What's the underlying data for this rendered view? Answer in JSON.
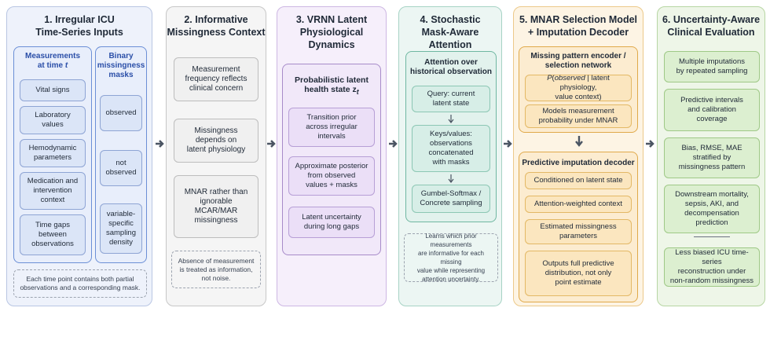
{
  "panels": [
    {
      "title": "1. Irregular ICU\nTime-Series Inputs",
      "measurements_header": "Measurements\nat time t",
      "measurements": [
        "Vital signs",
        "Laboratory\nvalues",
        "Hemodynamic\nparameters",
        "Medication and\nintervention\ncontext",
        "Time gaps\nbetween\nobservations"
      ],
      "masks_header": "Binary\nmissingness\nmasks",
      "masks": [
        "observed",
        "not\nobserved",
        "variable-\nspecific\nsampling\ndensity"
      ],
      "note": "Each time point contains both partial\nobservations and a corresponding mask."
    },
    {
      "title": "2. Informative\nMissingness Context",
      "boxes": [
        "Measurement\nfrequency reflects\nclinical concern",
        "Missingness\ndepends on\nlatent physiology",
        "MNAR rather than\nignorable\nMCAR/MAR\nmissingness"
      ],
      "note": "Absence of measurement\nis treated as information,\nnot noise."
    },
    {
      "title": "3. VRNN Latent\nPhysiological Dynamics",
      "frame_title": "Probabilistic latent\nhealth state z",
      "frame_subscript": "t",
      "boxes": [
        "Transition prior\nacross irregular\nintervals",
        "Approximate posterior\nfrom observed\nvalues + masks",
        "Latent uncertainty\nduring long gaps"
      ]
    },
    {
      "title": "4. Stochastic\nMask-Aware Attention",
      "frame_title": "Attention over\nhistorical observation",
      "boxes": [
        "Query: current\nlatent state",
        "Keys/values:\nobservations\nconcatenated\nwith masks",
        "Gumbel-Softmax /\nConcrete sampling"
      ],
      "note": "Learns which prior measurements\nare informative for each missing\nvalue while representing\nattention uncertainty."
    },
    {
      "title": "5. MNAR Selection Model\n+ Imputation Decoder",
      "frame1_title": "Missing pattern encoder /\nselection network",
      "frame1_boxes": [
        "P(observed | latent physiology,\nvalue context)",
        "Models measurement\nprobability under MNAR"
      ],
      "frame2_title": "Predictive imputation decoder",
      "frame2_boxes": [
        "Conditioned on latent state",
        "Attention-weighted context",
        "Estimated missingness\nparameters",
        "Outputs full predictive\ndistribution, not only\npoint estimate"
      ]
    },
    {
      "title": "6. Uncertainty-Aware\nClinical Evaluation",
      "boxes": [
        "Multiple imputations\nby repeated sampling",
        "Predictive intervals\nand calibration\ncoverage",
        "Bias, RMSE, MAE\nstratified by\nmissingness pattern",
        "Downstream mortality,\nsepsis, AKI, and\ndecompensation\nprediction"
      ],
      "final": "Less biased ICU time-series\nreconstruction under\nnon-random missingness"
    }
  ],
  "colors": {
    "p1": "#eef2fb",
    "p1border": "#b9c6e3",
    "p1box": "#dbe5f7",
    "p1boxborder": "#8ea4d4",
    "p2": "#f5f5f5",
    "p2border": "#c7c7c7",
    "p3": "#f6effb",
    "p3border": "#cdb7e3",
    "p3box": "#ebdff7",
    "p4": "#ecf6f3",
    "p4border": "#a7d3c5",
    "p4box": "#d7eee7",
    "p5": "#fdf4e4",
    "p5border": "#ecc98a",
    "p5box": "#fbe6bf",
    "p6": "#eef6e8",
    "p6border": "#b7d6a3",
    "p6box": "#dcefd0",
    "arrow": "#4b5563"
  }
}
